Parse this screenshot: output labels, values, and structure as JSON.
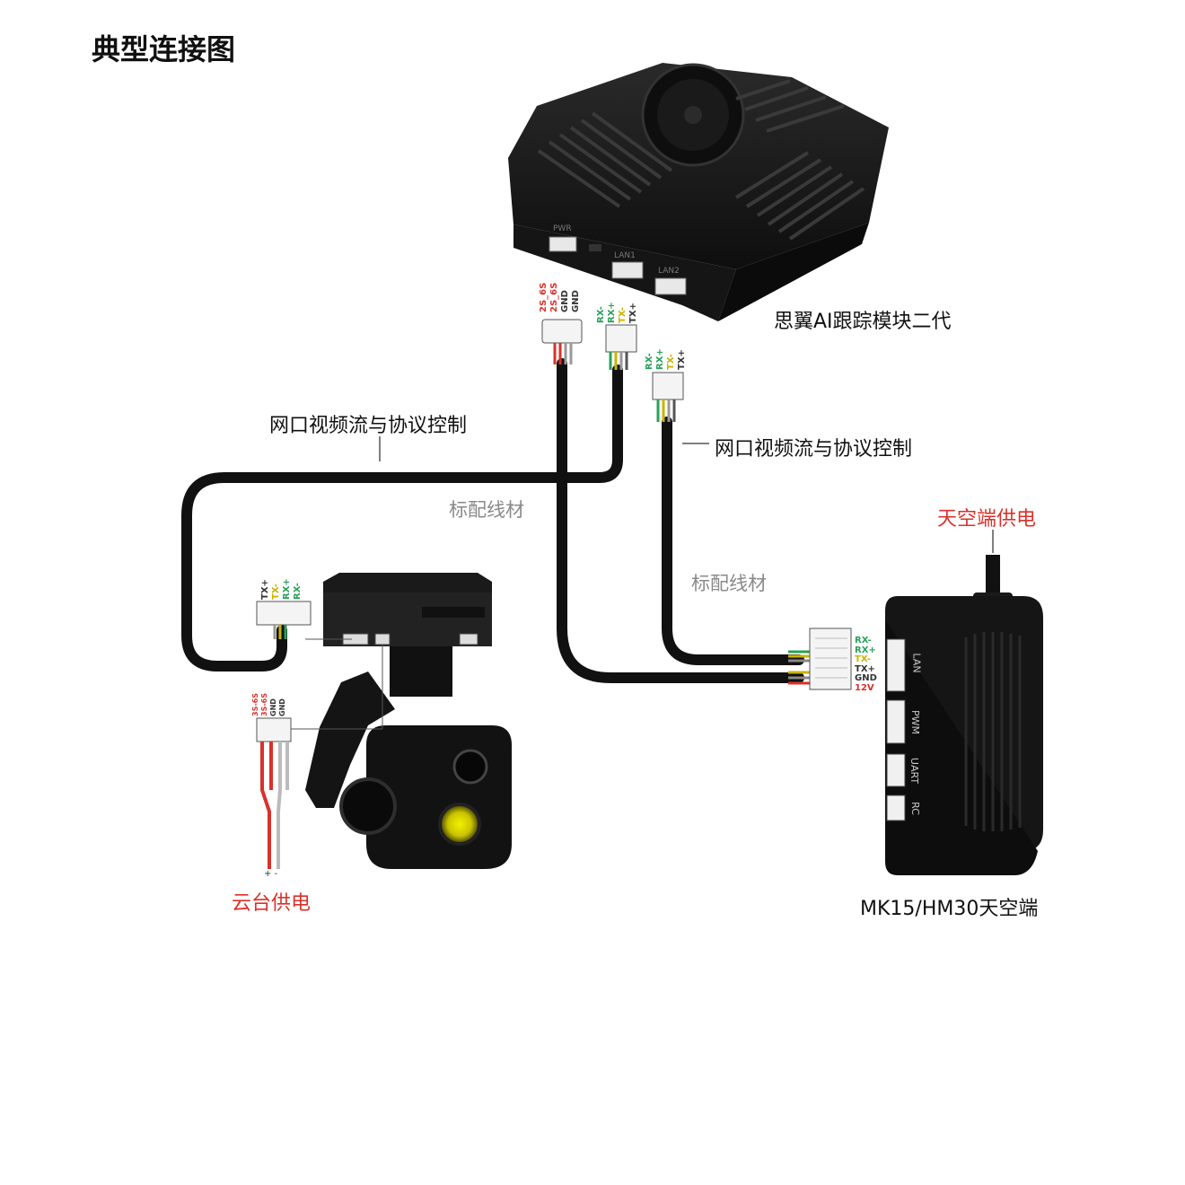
{
  "title": "典型连接图",
  "module_label": "思翼AI跟踪模块二代",
  "module_ports": [
    "PWR",
    "LAN1",
    "LAN2"
  ],
  "stream_label_left": "网口视频流与协议控制",
  "stream_label_right": "网口视频流与协议控制",
  "cable_label_1": "标配线材",
  "cable_label_2": "标配线材",
  "air_unit_power_label": "天空端供电",
  "air_unit_label": "MK15/HM30天空端",
  "air_unit_ports": [
    "LAN",
    "PWM",
    "UART",
    "RC"
  ],
  "gimbal_power_label": "云台供电",
  "gimbal_power_polarity": "+ -",
  "pins": {
    "module_pwr": [
      "2S_6S",
      "2S_6S",
      "GND",
      "GND"
    ],
    "module_lan1": [
      "RX-",
      "RX+",
      "TX-",
      "TX+"
    ],
    "module_lan2": [
      "RX-",
      "RX+",
      "TX-",
      "TX+"
    ],
    "gimbal_lan": [
      "TX+",
      "TX-",
      "RX+",
      "RX-"
    ],
    "gimbal_pwr": [
      "3S-6S",
      "3S-6S",
      "GND",
      "GND"
    ],
    "air_unit_lan": [
      "RX-",
      "RX+",
      "TX-",
      "TX+",
      "GND",
      "12V"
    ]
  },
  "colors": {
    "red": "#d9322b",
    "green": "#2aa05a",
    "yellow": "#c8b400",
    "gray": "#888888",
    "cable": "#111111",
    "device": "#1b1b1b"
  }
}
